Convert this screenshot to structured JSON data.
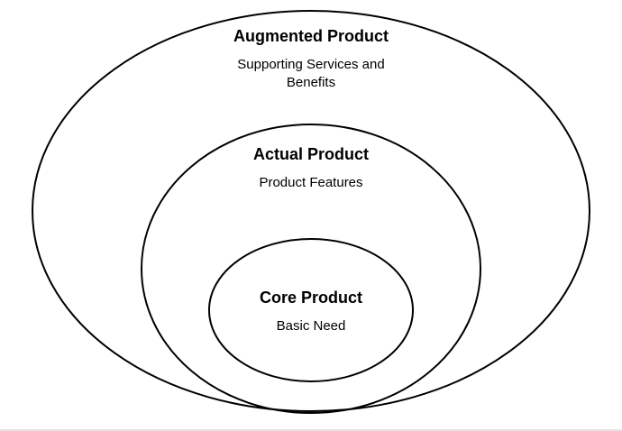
{
  "layers": {
    "augmented": {
      "title": "Augmented Product",
      "line1": "Supporting Services and",
      "line2": "Benefits"
    },
    "actual": {
      "title": "Actual Product",
      "description": "Product Features"
    },
    "core": {
      "title": "Core Product",
      "description": "Basic Need"
    }
  },
  "colors": {
    "stroke": "#000000",
    "background": "#ffffff"
  }
}
